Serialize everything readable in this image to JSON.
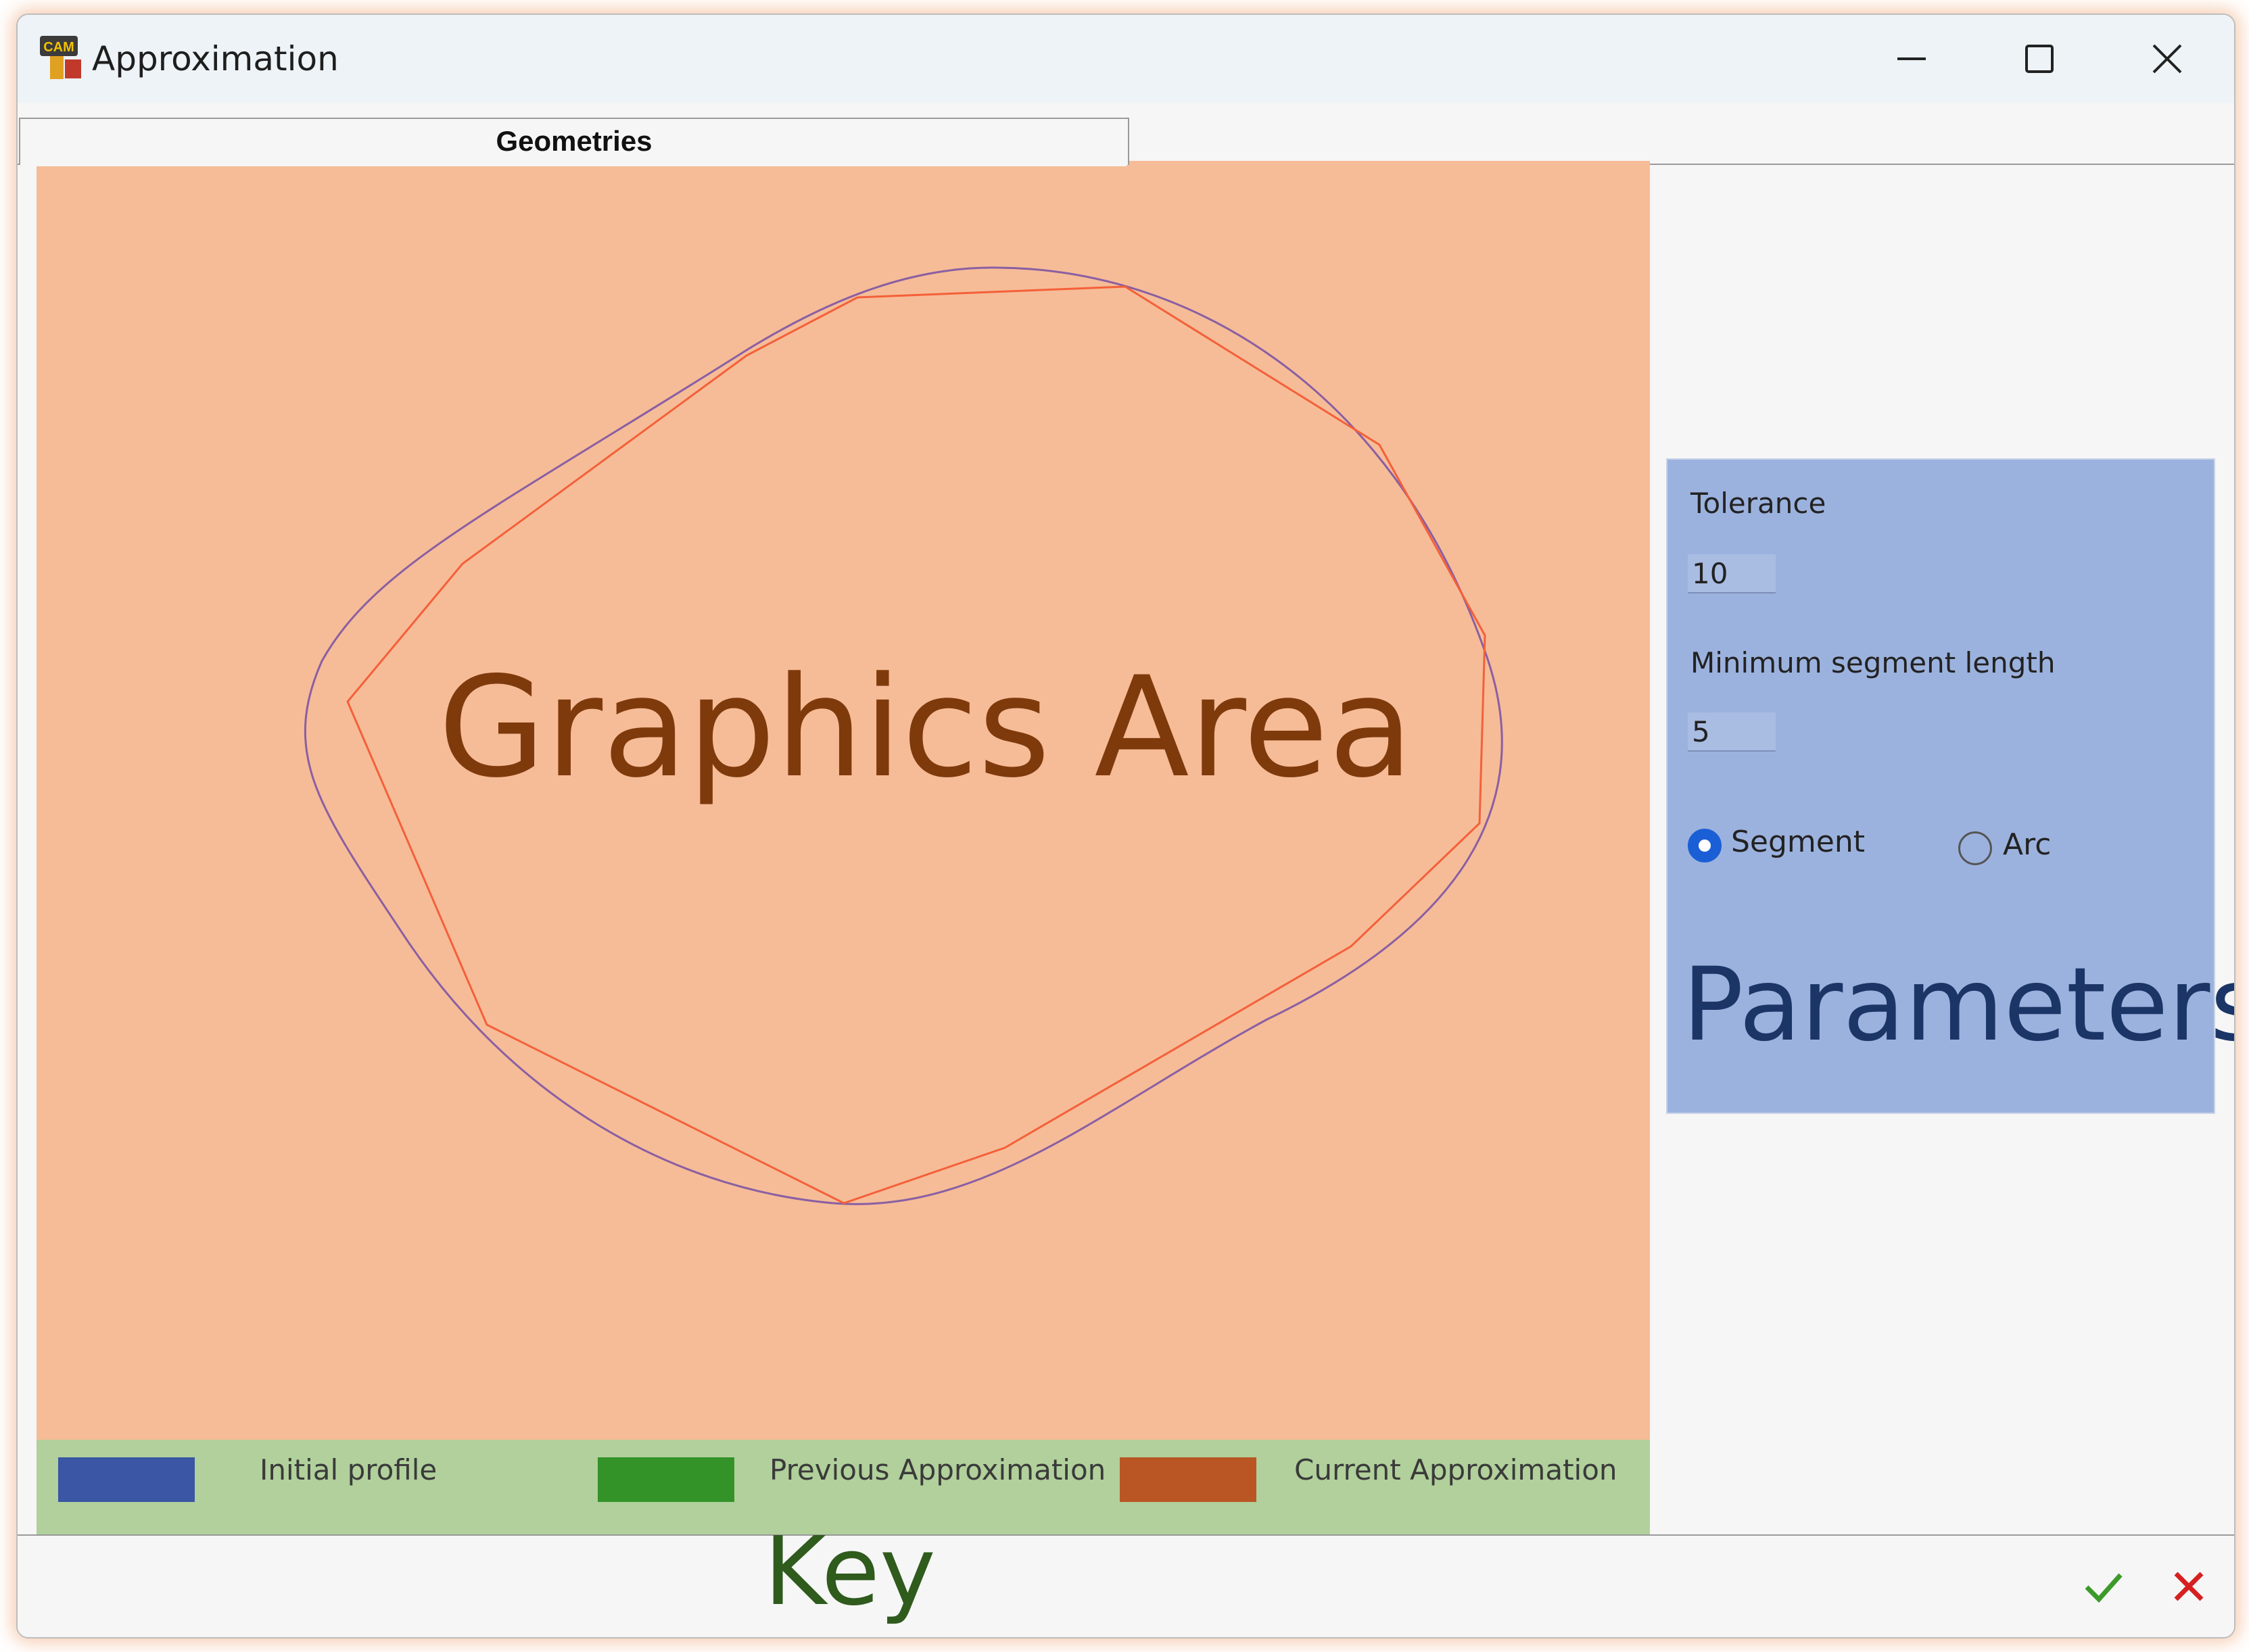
{
  "window": {
    "title": "Approximation",
    "app_icon": "cam-app-icon",
    "controls": [
      "minimize-icon",
      "maximize-icon",
      "close-icon"
    ]
  },
  "tabs": [
    {
      "label": "Geometries",
      "active": true
    }
  ],
  "graphics": {
    "label": "Graphics Area",
    "background": "#f6bc97",
    "initial_profile_color": "#8a5fa3",
    "approximation_color": "#f4603a"
  },
  "key": {
    "title": "Key",
    "items": [
      {
        "label": "Initial profile",
        "color": "#3a56a4"
      },
      {
        "label": "Previous Approximation",
        "color": "#339329"
      },
      {
        "label": "Current Approximation",
        "color": "#b95624"
      }
    ]
  },
  "parameters": {
    "title": "Parameters",
    "tolerance_label": "Tolerance",
    "tolerance_value": "10",
    "min_segment_label": "Minimum segment length",
    "min_segment_value": "5",
    "mode_options": [
      {
        "label": "Segment",
        "selected": true
      },
      {
        "label": "Arc",
        "selected": false
      }
    ]
  },
  "actions": {
    "ok_icon": "checkmark-icon",
    "ok_color": "#3c9a2a",
    "cancel_icon": "cross-icon",
    "cancel_color": "#d62020"
  }
}
